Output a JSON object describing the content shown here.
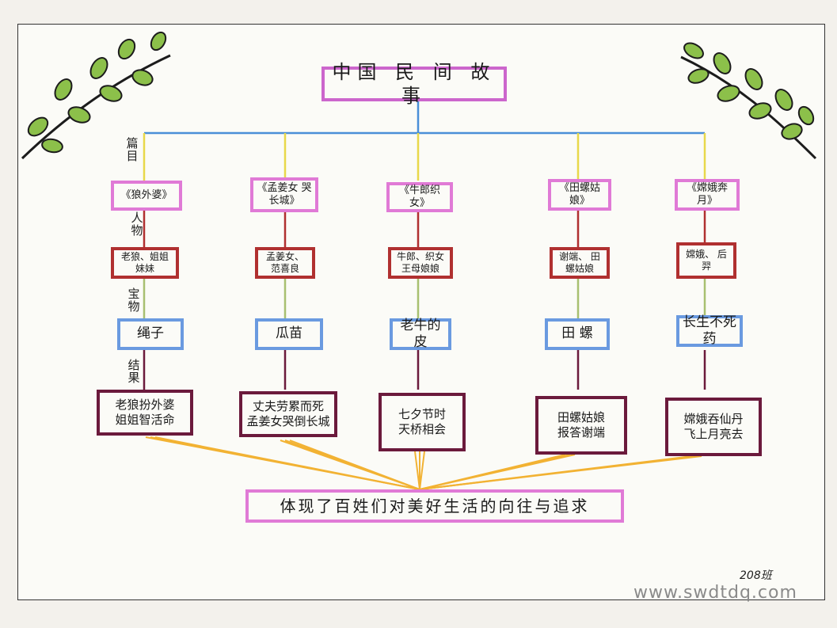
{
  "title": "中国 民 间 故事",
  "row_labels": {
    "story": "篇目",
    "person": "人物",
    "treasure": "宝物",
    "ending": "结果"
  },
  "stories": [
    {
      "title": "《狼外婆》",
      "person": "老狼、姐姐 妹妹",
      "treasure": "绳子",
      "ending": "老狼扮外婆\n姐姐智活命"
    },
    {
      "title": "《孟姜女 哭长城》",
      "person": "孟姜女、 范喜良",
      "treasure": "瓜苗",
      "ending": "丈夫劳累而死\n孟姜女哭倒长城"
    },
    {
      "title": "《牛郎织女》",
      "person": "牛郎、织女 王母娘娘",
      "treasure": "老牛的皮",
      "ending": "七夕节时\n天桥相会"
    },
    {
      "title": "《田螺姑娘》",
      "person": "谢端、 田螺姑娘",
      "treasure": "田 螺",
      "ending": "田螺姑娘\n报答谢端"
    },
    {
      "title": "《嫦娥奔月》",
      "person": "嫦娥、 后羿",
      "treasure": "长生不死药",
      "ending": "嫦娥吞仙丹\n飞上月亮去"
    }
  ],
  "summary": "体现了百姓们对美好生活的向往与追求",
  "class_label": "208班",
  "watermark": "www.swdtdq.com"
}
